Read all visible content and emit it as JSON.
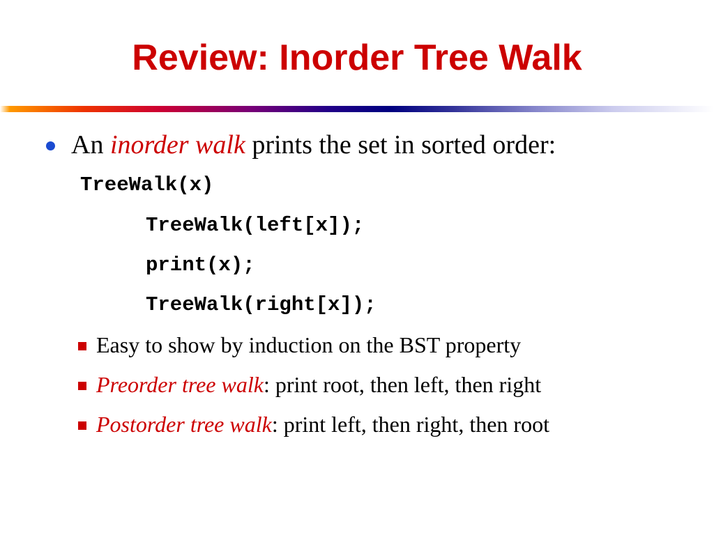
{
  "slide": {
    "title": "Review: Inorder Tree Walk",
    "main_bullet": {
      "prefix": "An ",
      "emphasis": "inorder walk",
      "suffix": " prints the set in sorted order:"
    },
    "code_lines": [
      "TreeWalk(x)",
      "TreeWalk(left[x]);",
      "print(x);",
      "TreeWalk(right[x]);"
    ],
    "sub_bullets": [
      {
        "emphasis": "",
        "text": "Easy to show by induction on the BST property"
      },
      {
        "emphasis": "Preorder tree walk",
        "text": ": print root, then left, then right"
      },
      {
        "emphasis": "Postorder tree walk",
        "text": ": print left, then right, then root"
      }
    ]
  },
  "colors": {
    "title": "#cc0000",
    "emphasis": "#cc0000",
    "main_bullet_marker": "#1a4bd1",
    "sub_bullet_marker": "#cc0000"
  }
}
